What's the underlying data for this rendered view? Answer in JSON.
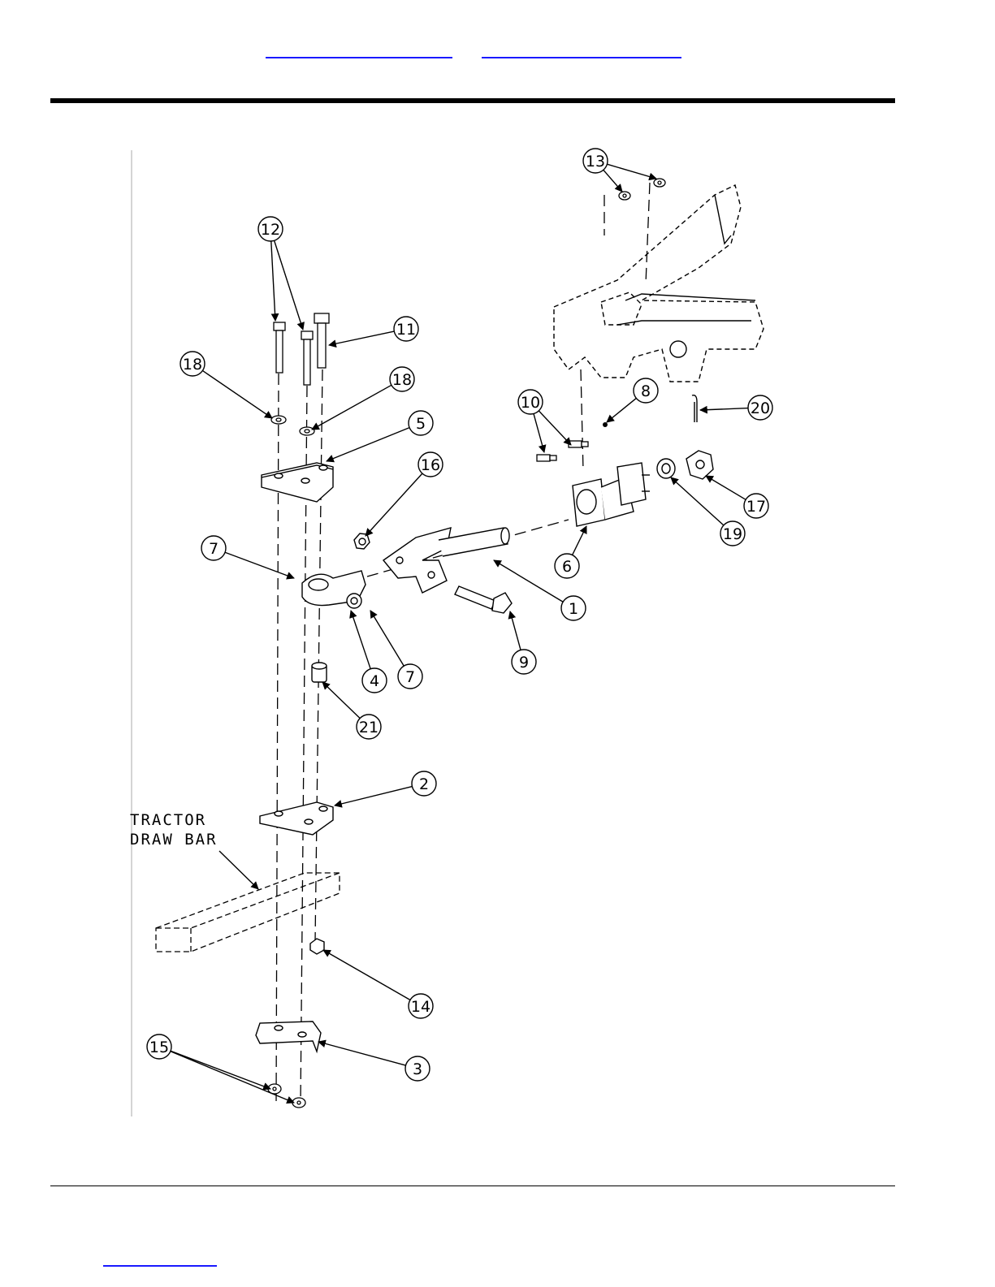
{
  "header": {
    "links": [
      {
        "name": "nav-link-left",
        "text": ""
      },
      {
        "name": "nav-link-right",
        "text": ""
      }
    ]
  },
  "footer": {
    "link": {
      "text": ""
    }
  },
  "diagram": {
    "label_tractor": "TRACTOR",
    "label_drawbar": "DRAW BAR",
    "callouts": [
      "1",
      "2",
      "3",
      "4",
      "5",
      "6",
      "7",
      "7",
      "8",
      "9",
      "10",
      "11",
      "12",
      "13",
      "14",
      "15",
      "16",
      "17",
      "18",
      "18",
      "19",
      "20",
      "21"
    ]
  }
}
